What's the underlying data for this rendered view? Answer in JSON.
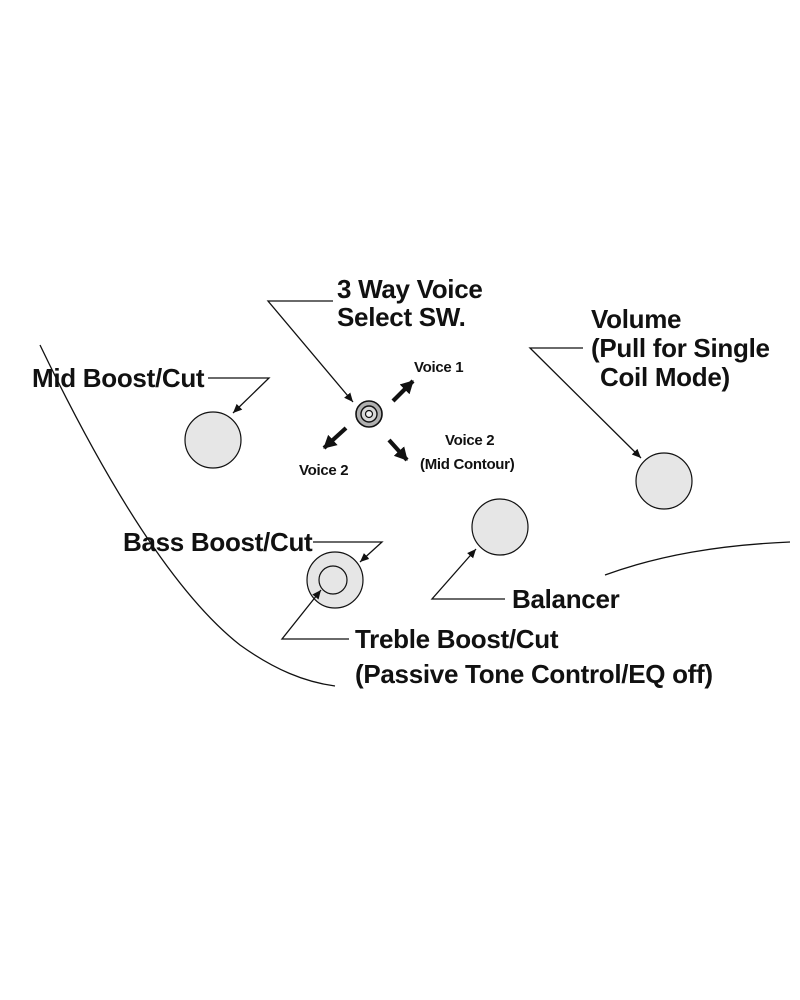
{
  "labels": {
    "voice_switch_line1": "3 Way Voice",
    "voice_switch_line2": "Select SW.",
    "volume_line1": "Volume",
    "volume_line2": "(Pull for Single",
    "volume_line3": "Coil Mode)",
    "mid": "Mid Boost/Cut",
    "bass": "Bass Boost/Cut",
    "balancer": "Balancer",
    "treble_line1": "Treble Boost/Cut",
    "treble_line2": "(Passive Tone Control/EQ off)",
    "voice1": "Voice 1",
    "voice2_left": "Voice 2",
    "voice2_right_line1": "Voice 2",
    "voice2_right_line2": "(Mid Contour)"
  },
  "colors": {
    "knob_fill": "#e6e6e6",
    "ink": "#111111"
  }
}
